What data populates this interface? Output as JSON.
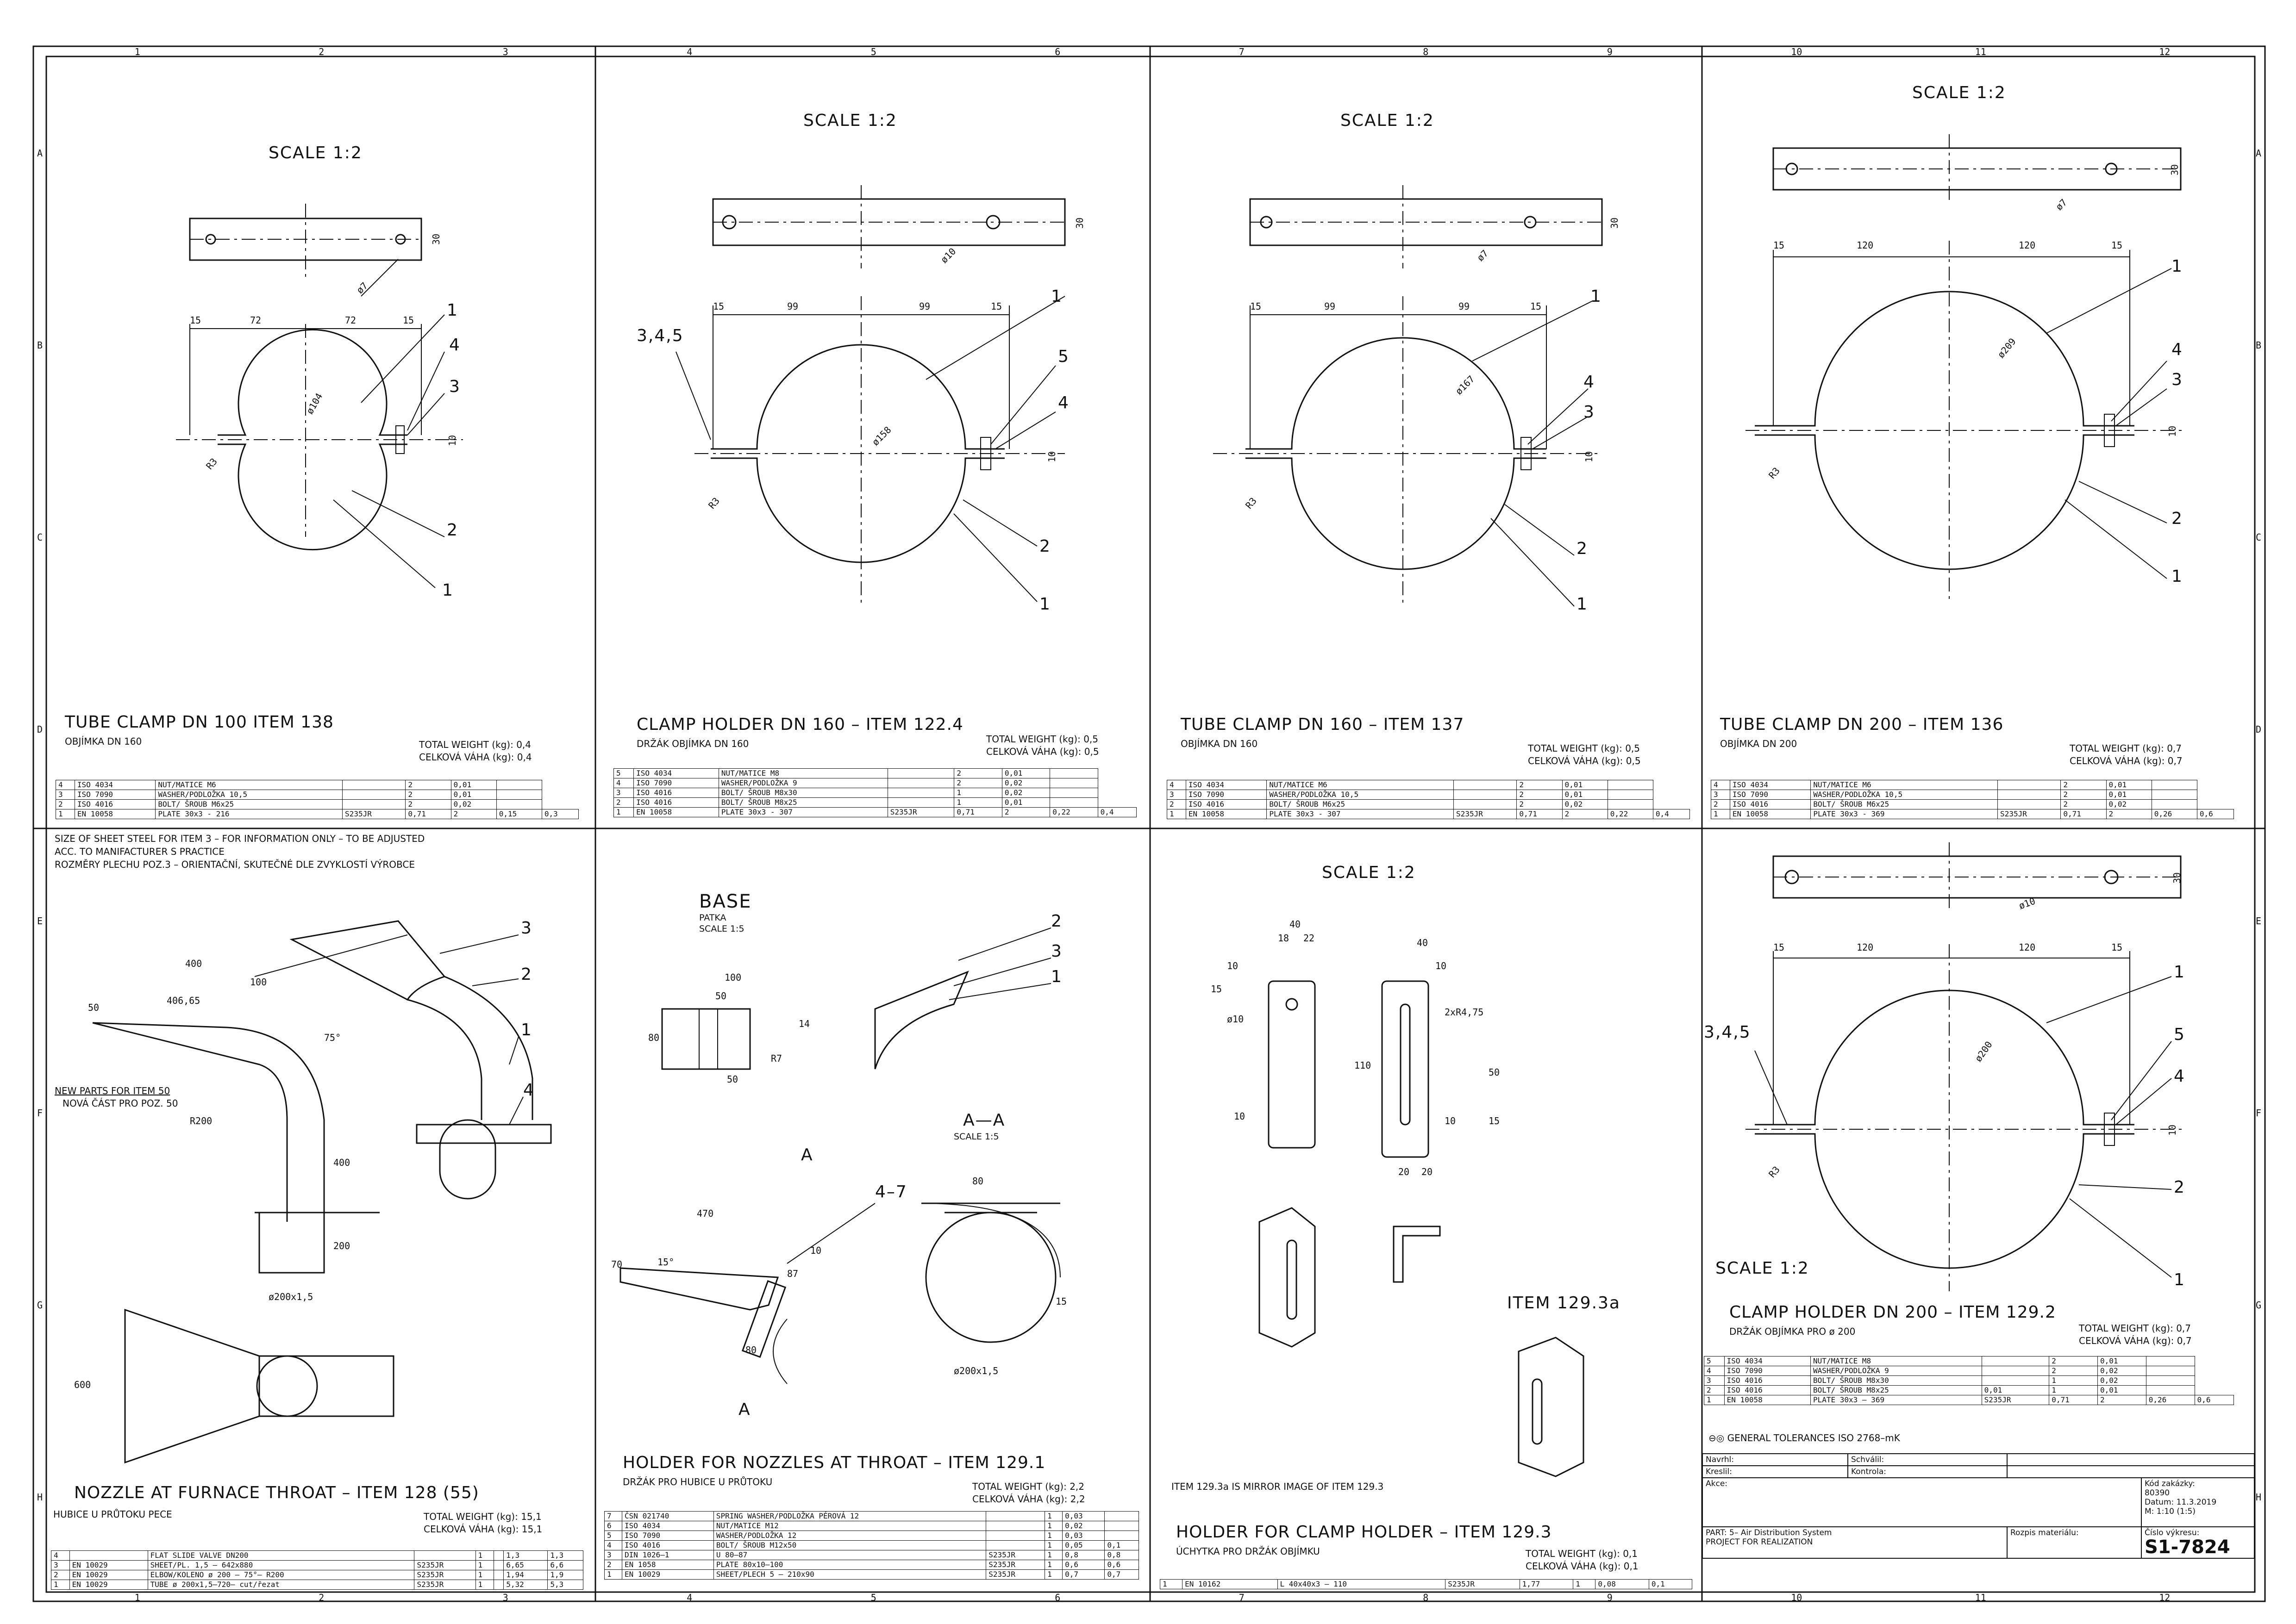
{
  "border": {
    "top_numbers": [
      "1",
      "2",
      "3",
      "4",
      "5",
      "6",
      "7",
      "8",
      "9",
      "10",
      "11",
      "12"
    ],
    "bottom_numbers": [
      "1",
      "2",
      "3",
      "4",
      "5",
      "6",
      "7",
      "8",
      "9",
      "10",
      "11",
      "12"
    ],
    "left_letters": [
      "A",
      "B",
      "C",
      "D",
      "E",
      "F",
      "G",
      "H"
    ],
    "right_letters": [
      "A",
      "B",
      "C",
      "D",
      "E",
      "F",
      "G",
      "H"
    ]
  },
  "p1": {
    "scale": "SCALE 1:2",
    "title": "TUBE CLAMP DN 100 ITEM 138",
    "subtitle": "OBJÍMKA DN 160",
    "weight_en": "TOTAL WEIGHT (kg): 0,4",
    "weight_cz": "CELKOVÁ VÁHA (kg): 0,4",
    "dims": [
      "15",
      "72",
      "72",
      "15",
      "ø104",
      "ø7",
      "30",
      "R3",
      "10"
    ],
    "refs": [
      "1",
      "4",
      "3",
      "2",
      "1"
    ],
    "bom": [
      [
        "4",
        "ISO 4034",
        "NUT/MATICE M6",
        "",
        "2",
        "0,01",
        ""
      ],
      [
        "3",
        "ISO 7090",
        "WASHER/PODLOŽKA 10,5",
        "",
        "2",
        "0,01",
        ""
      ],
      [
        "2",
        "ISO 4016",
        "BOLT/ ŠROUB M6x25",
        "",
        "2",
        "0,02",
        ""
      ],
      [
        "1",
        "EN 10058",
        "PLATE 30x3 - 216",
        "S235JR",
        "0,71",
        "2",
        "0,15",
        "0,3"
      ]
    ]
  },
  "p2": {
    "scale": "SCALE 1:2",
    "title": "CLAMP HOLDER DN 160 – ITEM 122.4",
    "subtitle": "DRŽÁK OBJÍMKA DN 160",
    "weight_en": "TOTAL WEIGHT (kg): 0,5",
    "weight_cz": "CELKOVÁ VÁHA (kg): 0,5",
    "dims": [
      "15",
      "99",
      "99",
      "15",
      "ø158",
      "ø10",
      "30",
      "R3",
      "10"
    ],
    "refs": [
      "3,4,5",
      "1",
      "5",
      "4",
      "2",
      "1"
    ],
    "bom": [
      [
        "5",
        "ISO 4034",
        "NUT/MATICE M8",
        "",
        "2",
        "0,01",
        ""
      ],
      [
        "4",
        "ISO 7090",
        "WASHER/PODLOŽKA 9",
        "",
        "2",
        "0,02",
        ""
      ],
      [
        "3",
        "ISO 4016",
        "BOLT/ ŠROUB M8x30",
        "",
        "1",
        "0,02",
        ""
      ],
      [
        "2",
        "ISO 4016",
        "BOLT/ ŠROUB M8x25",
        "",
        "1",
        "0,01",
        ""
      ],
      [
        "1",
        "EN 10058",
        "PLATE 30x3 - 307",
        "S235JR",
        "0,71",
        "2",
        "0,22",
        "0,4"
      ]
    ]
  },
  "p3": {
    "scale": "SCALE 1:2",
    "title": "TUBE CLAMP DN 160 – ITEM 137",
    "subtitle": "OBJÍMKA DN 160",
    "weight_en": "TOTAL WEIGHT (kg): 0,5",
    "weight_cz": "CELKOVÁ VÁHA (kg): 0,5",
    "dims": [
      "15",
      "99",
      "99",
      "15",
      "ø167",
      "ø7",
      "30",
      "R3",
      "10"
    ],
    "refs": [
      "1",
      "4",
      "3",
      "2",
      "1"
    ],
    "bom": [
      [
        "4",
        "ISO 4034",
        "NUT/MATICE M6",
        "",
        "2",
        "0,01",
        ""
      ],
      [
        "3",
        "ISO 7090",
        "WASHER/PODLOŽKA 10,5",
        "",
        "2",
        "0,01",
        ""
      ],
      [
        "2",
        "ISO 4016",
        "BOLT/ ŠROUB M6x25",
        "",
        "2",
        "0,02",
        ""
      ],
      [
        "1",
        "EN 10058",
        "PLATE 30x3 - 307",
        "S235JR",
        "0,71",
        "2",
        "0,22",
        "0,4"
      ]
    ]
  },
  "p4": {
    "scale": "SCALE 1:2",
    "title": "TUBE CLAMP DN 200 – ITEM 136",
    "subtitle": "OBJÍMKA DN 200",
    "weight_en": "TOTAL WEIGHT (kg): 0,7",
    "weight_cz": "CELKOVÁ VÁHA (kg): 0,7",
    "dims": [
      "15",
      "120",
      "120",
      "15",
      "ø209",
      "ø7",
      "30",
      "R3",
      "10"
    ],
    "refs": [
      "1",
      "4",
      "3",
      "2",
      "1"
    ],
    "bom": [
      [
        "4",
        "ISO 4034",
        "NUT/MATICE M6",
        "",
        "2",
        "0,01",
        ""
      ],
      [
        "3",
        "ISO 7090",
        "WASHER/PODLOŽKA 10,5",
        "",
        "2",
        "0,01",
        ""
      ],
      [
        "2",
        "ISO 4016",
        "BOLT/ ŠROUB M6x25",
        "",
        "2",
        "0,02",
        ""
      ],
      [
        "1",
        "EN 10058",
        "PLATE 30x3 - 369",
        "S235JR",
        "0,71",
        "2",
        "0,26",
        "0,6"
      ]
    ]
  },
  "p5": {
    "note_lines": [
      "SIZE OF SHEET STEEL  FOR ITEM 3 – FOR INFORMATION ONLY – TO BE ADJUSTED",
      "ACC. TO MANIFACTURER S PRACTICE",
      "ROZMĚRY PLECHU POZ.3 – ORIENTAČNÍ, SKUTEČNÉ DLE ZVYKLOSTÍ VÝROBCE"
    ],
    "new_parts_en": "NEW PARTS FOR ITEM 50",
    "new_parts_cz": "NOVÁ ČÁST PRO POZ. 50",
    "dims": [
      "400",
      "100",
      "406,65",
      "50",
      "75°",
      "R200",
      "400",
      "200",
      "ø200x1,5",
      "600"
    ],
    "refs": [
      "3",
      "2",
      "1",
      "4"
    ],
    "title": "NOZZLE AT FURNACE THROAT – ITEM 128 (55)",
    "subtitle": "HUBICE U PRŮTOKU PECE",
    "weight_en": "TOTAL WEIGHT (kg): 15,1",
    "weight_cz": "CELKOVÁ VÁHA (kg): 15,1",
    "bom": [
      [
        "4",
        "",
        "FLAT SLIDE VALVE DN200",
        "",
        "1",
        "",
        "1,3",
        "1,3"
      ],
      [
        "3",
        "EN 10029",
        "SHEET/PL. 1,5 – 642x880",
        "S235JR",
        "1",
        "",
        "6,65",
        "6,6"
      ],
      [
        "2",
        "EN 10029",
        "ELBOW/KOLENO ø 200 – 75°– R200",
        "S235JR",
        "1",
        "",
        "1,94",
        "1,9"
      ],
      [
        "1",
        "EN 10029",
        "TUBE ø 200x1,5–720– cut/řezat",
        "S235JR",
        "1",
        "",
        "5,32",
        "5,3"
      ]
    ]
  },
  "p6": {
    "base_title": "BASE",
    "base_cz": "PATKA",
    "base_scale": "SCALE 1:5",
    "aa_title": "A—A",
    "aa_scale": "SCALE 1:5",
    "section_a": "A",
    "dims": [
      "100",
      "50",
      "80",
      "14",
      "R7",
      "50",
      "470",
      "15°",
      "70",
      "87",
      "10",
      "80",
      "80",
      "15",
      "ø200x1,5"
    ],
    "refs": [
      "2",
      "3",
      "1",
      "4–7"
    ],
    "title": "HOLDER FOR NOZZLES AT THROAT – ITEM 129.1",
    "subtitle": "DRŽÁK PRO HUBICE U PRŮTOKU",
    "weight_en": "TOTAL WEIGHT (kg): 2,2",
    "weight_cz": "CELKOVÁ VÁHA (kg): 2,2",
    "bom": [
      [
        "7",
        "ČSN 021740",
        "SPRING WASHER/PODLOŽKA PÉROVÁ 12",
        "",
        "1",
        "0,03",
        ""
      ],
      [
        "6",
        "ISO 4034",
        "NUT/MATICE M12",
        "",
        "1",
        "0,02",
        ""
      ],
      [
        "5",
        "ISO 7090",
        "WASHER/PODLOŽKA 12",
        "",
        "1",
        "0,03",
        ""
      ],
      [
        "4",
        "ISO 4016",
        "BOLT/ ŠROUB M12x50",
        "",
        "1",
        "0,05",
        "0,1"
      ],
      [
        "3",
        "DIN 1026–1",
        "U 80–87",
        "S235JR",
        "1",
        "0,8",
        "0,8"
      ],
      [
        "2",
        "EN 1058",
        "PLATE 80x10–100",
        "S235JR",
        "1",
        "0,6",
        "0,6"
      ],
      [
        "1",
        "EN 10029",
        "SHEET/PLECH 5 – 210x90",
        "S235JR",
        "1",
        "0,7",
        "0,7"
      ]
    ]
  },
  "p7": {
    "scale": "SCALE 1:2",
    "dims": [
      "40",
      "18",
      "22",
      "10",
      "15",
      "ø10",
      "40",
      "10",
      "2xR4,75",
      "110",
      "50",
      "10",
      "10",
      "15",
      "20",
      "20"
    ],
    "item_label": "ITEM 129.3a",
    "mirror_note": "ITEM 129.3a IS MIRROR IMAGE OF ITEM 129.3",
    "title": "HOLDER FOR CLAMP HOLDER – ITEM 129.3",
    "subtitle": "ÚCHYTKA PRO DRŽÁK OBJÍMKU",
    "weight_en": "TOTAL WEIGHT (kg): 0,1",
    "weight_cz": "CELKOVÁ VÁHA (kg): 0,1",
    "bom": [
      [
        "1",
        "EN 10162",
        "L 40x40x3 – 110",
        "S235JR",
        "1,77",
        "1",
        "0,08",
        "0,1"
      ]
    ]
  },
  "p8": {
    "dims": [
      "15",
      "120",
      "120",
      "15",
      "ø200",
      "ø10",
      "30",
      "R3",
      "10"
    ],
    "refs": [
      "3,4,5",
      "1",
      "5",
      "4",
      "2",
      "1"
    ],
    "scale": "SCALE 1:2",
    "title": "CLAMP HOLDER DN 200 – ITEM 129.2",
    "subtitle": "DRŽÁK OBJÍMKA PRO ø 200",
    "weight_en": "TOTAL WEIGHT (kg): 0,7",
    "weight_cz": "CELKOVÁ VÁHA (kg): 0,7",
    "tolerance": "GENERAL TOLERANCES ISO 2768–mK",
    "bom": [
      [
        "5",
        "ISO 4034",
        "NUT/MATICE M8",
        "",
        "2",
        "0,01",
        ""
      ],
      [
        "4",
        "ISO 7090",
        "WASHER/PODLOŽKA 9",
        "",
        "2",
        "0,02",
        ""
      ],
      [
        "3",
        "ISO 4016",
        "BOLT/ ŠROUB M8x30",
        "",
        "1",
        "0,02",
        ""
      ],
      [
        "2",
        "ISO 4016",
        "BOLT/ ŠROUB M8x25",
        "0,01",
        "1",
        "0,01",
        ""
      ],
      [
        "1",
        "EN 10058",
        "PLATE 30x3 – 369",
        "S235JR",
        "0,71",
        "2",
        "0,26",
        "0,6"
      ]
    ]
  },
  "title_block": {
    "navrhl": "Navrhl:",
    "schvalil": "Schválil:",
    "kreslil": "Kreslil:",
    "kontrola": "Kontrola:",
    "akce": "Akce:",
    "kod_label": "Kód zakázky:",
    "kod_value": "80390",
    "datum": "Datum: 11.3.2019",
    "meritko": "M: 1:10 (1:5)",
    "part_line1": "PART: 5– Air Distribution System",
    "part_line2": "PROJECT FOR REALIZATION",
    "rozpis": "Rozpis materiálu:",
    "cislo_label": "Číslo výkresu:",
    "cislo_value": "S1-7824"
  }
}
